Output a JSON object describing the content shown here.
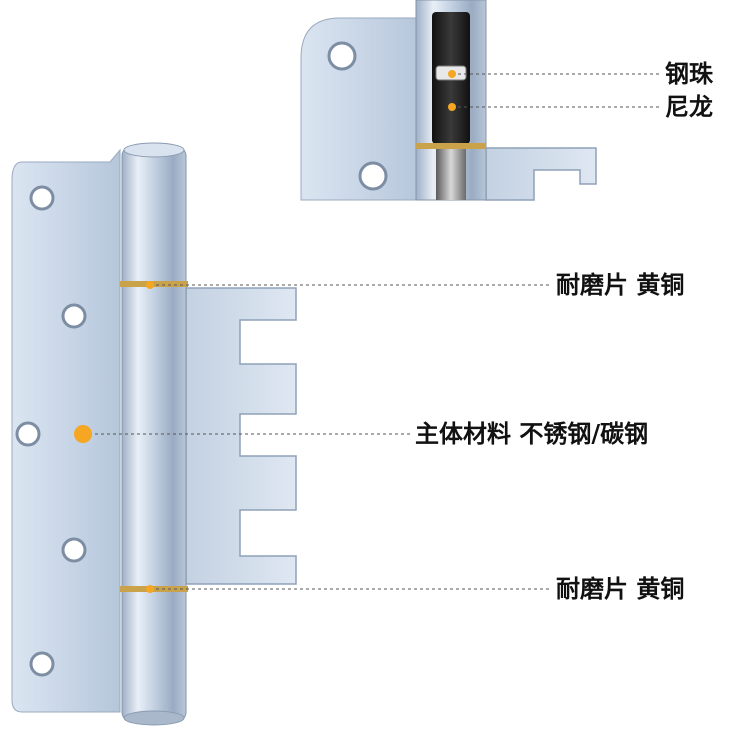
{
  "image": {
    "subject": "hinge-product-photo",
    "background": "#ffffff",
    "metal_color": "#c9d6e6",
    "marker_color": "#f5a623",
    "leader_color": "#555555"
  },
  "callouts": [
    {
      "id": "steel-ball",
      "text": "钢珠"
    },
    {
      "id": "nylon",
      "text": "尼龙"
    },
    {
      "id": "top-washer",
      "text": "耐磨片 黄铜"
    },
    {
      "id": "body",
      "text": "主体材料 不锈钢/碳钢"
    },
    {
      "id": "bottom-washer",
      "text": "耐磨片 黄铜"
    }
  ]
}
